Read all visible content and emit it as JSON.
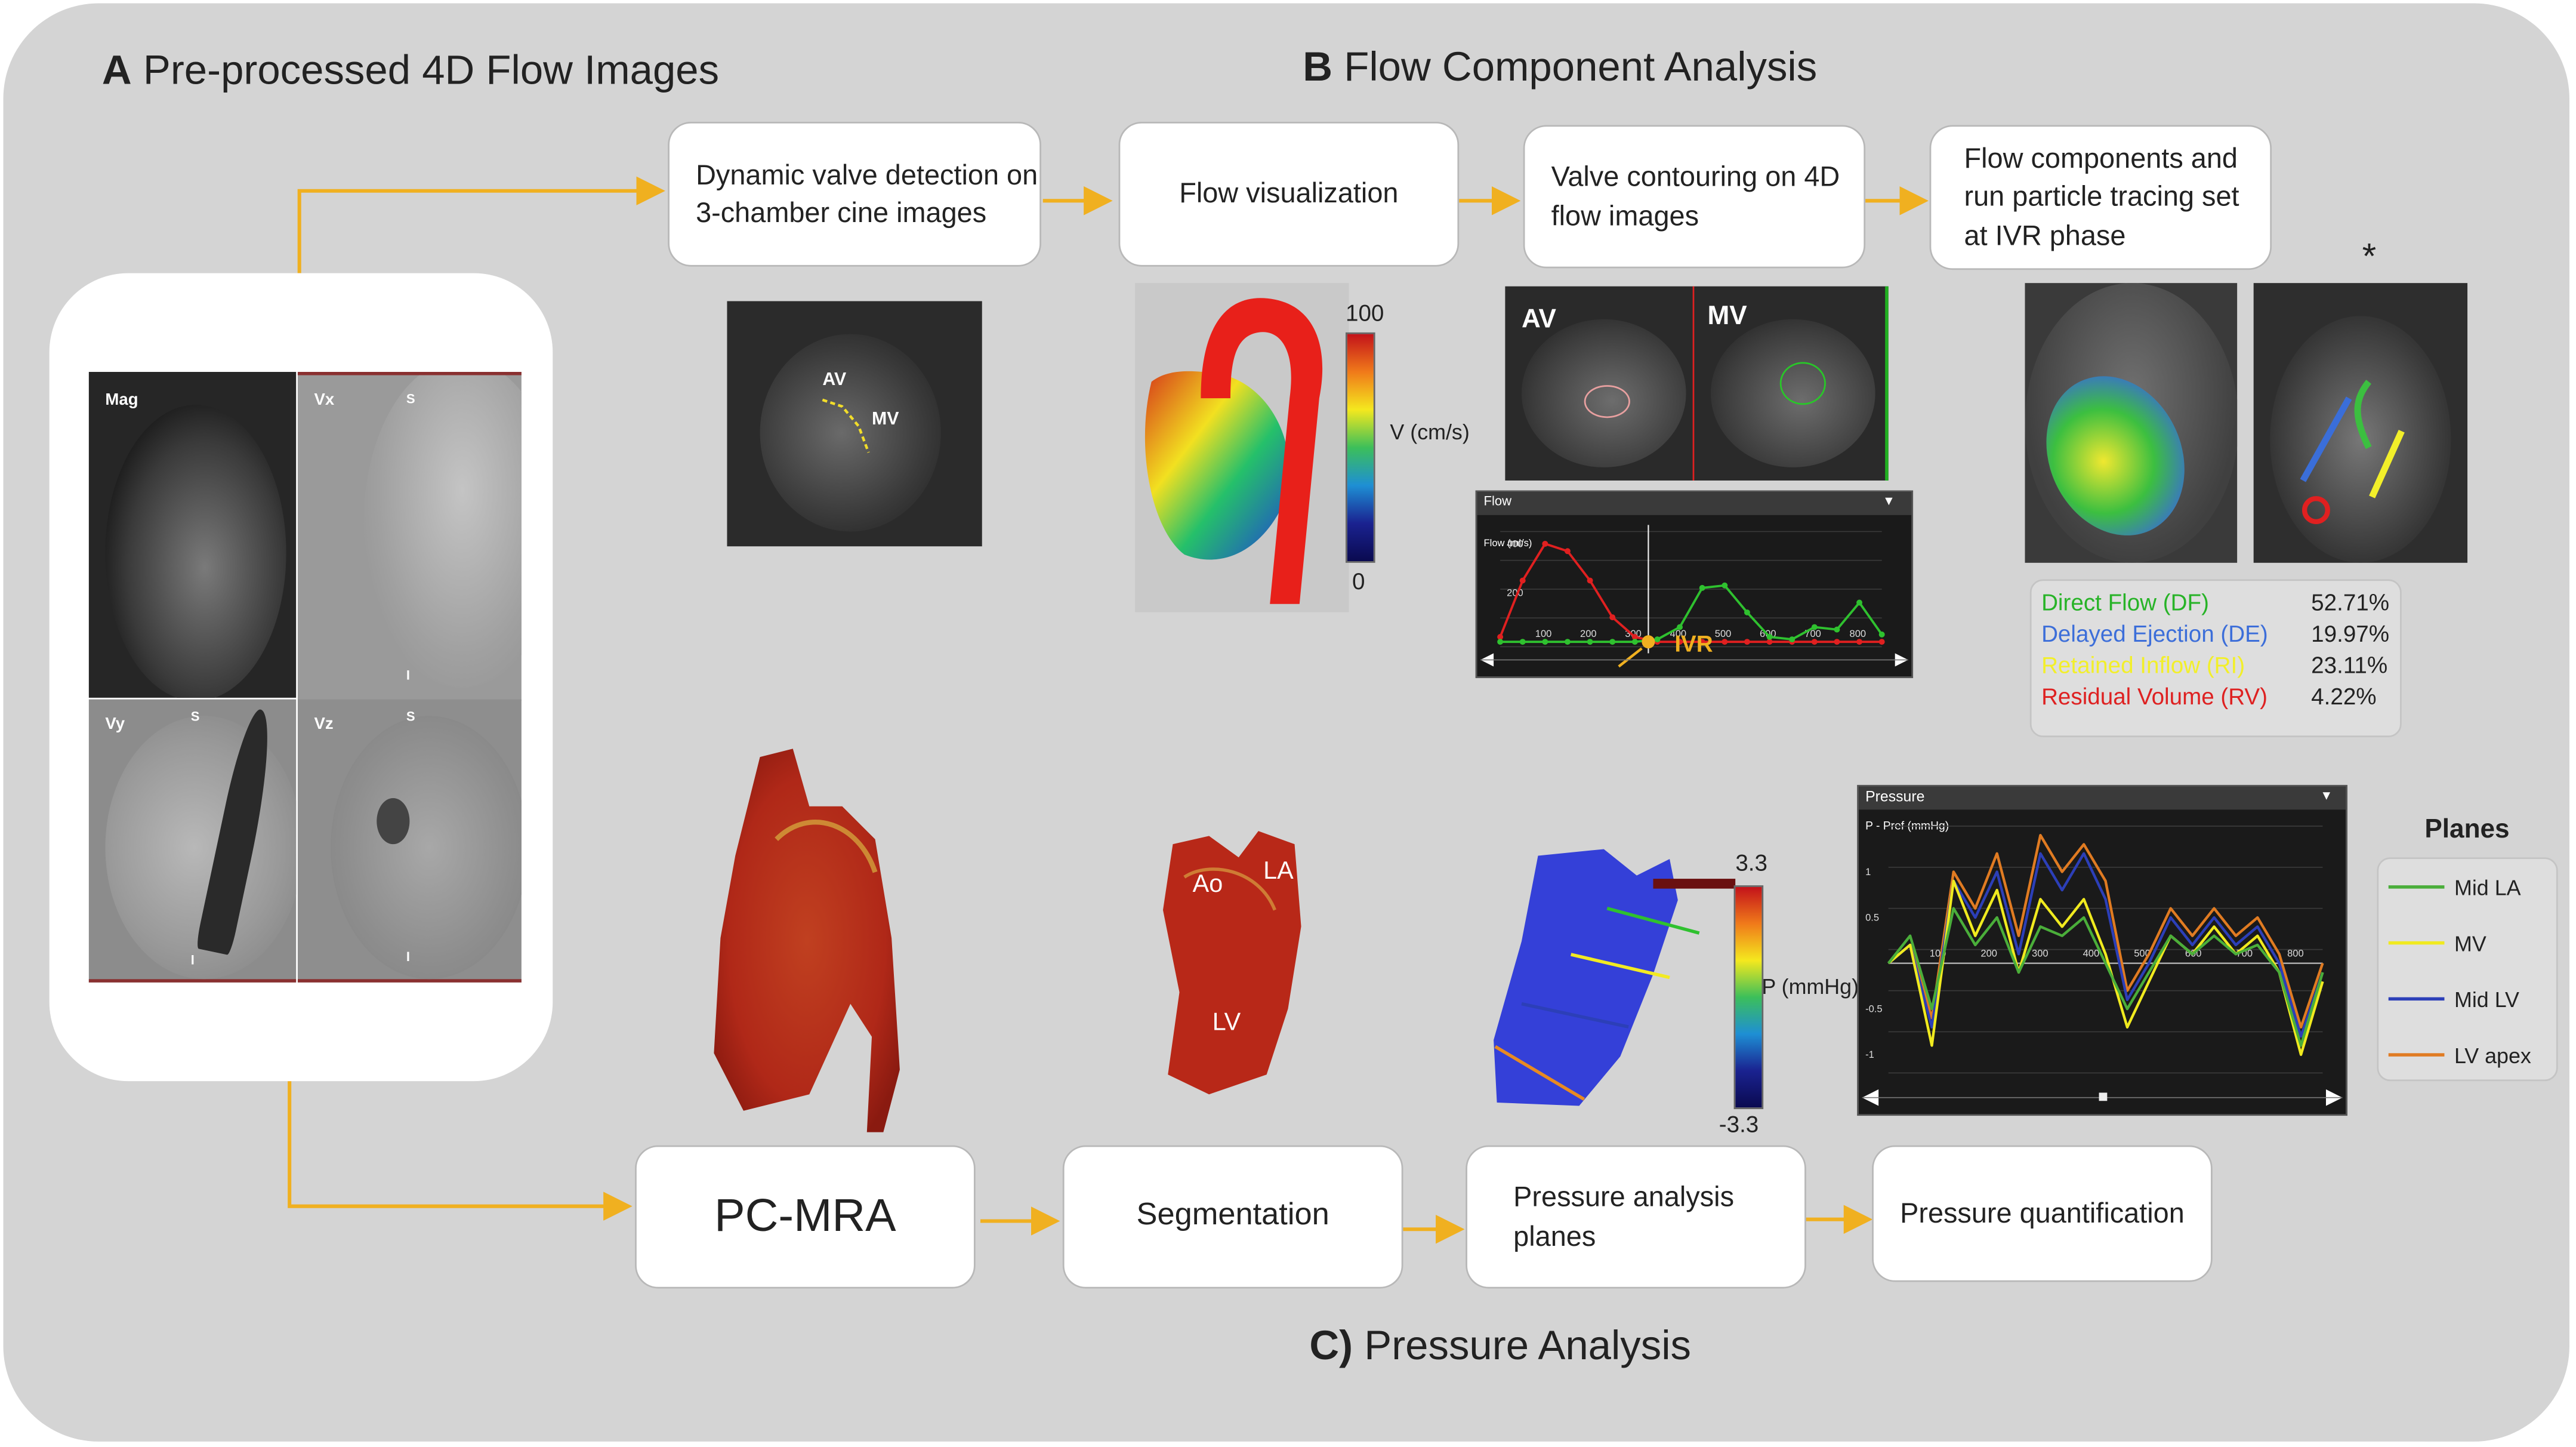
{
  "headers": {
    "a_letter": "A",
    "a_title": "Pre-processed 4D Flow Images",
    "b_letter": "B",
    "b_title": "Flow Component Analysis",
    "c_letter": "C)",
    "c_title": "Pressure Analysis"
  },
  "flow_steps": [
    "Dynamic valve detection on 3-chamber cine images",
    "Flow visualization",
    "Valve contouring on 4D flow images",
    "Flow components and run particle tracing set at IVR phase"
  ],
  "pressure_steps": [
    "PC-MRA",
    "Segmentation",
    "Pressure analysis planes",
    "Pressure quantification"
  ],
  "mri_labels": {
    "mag": "Mag",
    "vx": "Vx",
    "vy": "Vy",
    "vz": "Vz",
    "s": "S",
    "i": "I"
  },
  "cine_labels": {
    "av": "AV",
    "mv": "MV"
  },
  "velocity_bar": {
    "max": "100",
    "min": "0",
    "unit": "V (cm/s)"
  },
  "valve_labels": {
    "av": "AV",
    "mv": "MV"
  },
  "flow_chart": {
    "panel_title": "Flow",
    "ylabel": "Flow (ml/s)",
    "y_ticks": [
      "400",
      "200"
    ],
    "x_ticks": [
      "100",
      "200",
      "300",
      "400",
      "500",
      "600",
      "700",
      "800"
    ],
    "ivr_label": "IVR",
    "series": [
      {
        "color": "#e02020",
        "x": [
          0,
          50,
          100,
          150,
          200,
          250,
          300,
          350,
          400,
          450,
          500,
          550,
          600,
          650,
          700,
          750,
          800,
          850
        ],
        "y": [
          20,
          250,
          400,
          370,
          250,
          100,
          20,
          0,
          0,
          0,
          0,
          0,
          0,
          0,
          0,
          0,
          0,
          0
        ]
      },
      {
        "color": "#2fc12f",
        "x": [
          0,
          50,
          100,
          150,
          200,
          250,
          300,
          350,
          400,
          450,
          500,
          550,
          600,
          650,
          700,
          750,
          800,
          850
        ],
        "y": [
          0,
          0,
          0,
          0,
          0,
          0,
          0,
          10,
          60,
          220,
          230,
          120,
          20,
          10,
          60,
          50,
          160,
          30
        ]
      }
    ]
  },
  "components": [
    {
      "name": "Direct Flow (DF)",
      "value": "52.71%",
      "color": "#27b327"
    },
    {
      "name": "Delayed Ejection (DE)",
      "value": "19.97%",
      "color": "#3c6ed9"
    },
    {
      "name": "Retained Inflow (RI)",
      "value": "23.11%",
      "color": "#f2ef2a"
    },
    {
      "name": "Residual Volume (RV)",
      "value": "4.22%",
      "color": "#de2121"
    }
  ],
  "asterisk": "*",
  "segmentation_labels": {
    "ao": "Ao",
    "la": "LA",
    "lv": "LV"
  },
  "pressure_bar": {
    "max": "3.3",
    "min": "-3.3",
    "unit": "P (mmHg)"
  },
  "pressure_chart": {
    "panel_title": "Pressure",
    "ylabel": "P - Pref (mmHg)",
    "y_ticks": [
      "1",
      "0.5",
      "-0.5",
      "-1"
    ],
    "x_ticks": [
      "100",
      "200",
      "300",
      "400",
      "500",
      "600",
      "700",
      "800"
    ],
    "series": [
      {
        "name": "Mid LA",
        "color": "#4aae3a",
        "y": [
          0,
          0.3,
          -0.5,
          0.6,
          0.2,
          0.5,
          -0.1,
          0.4,
          0.3,
          0.5,
          0,
          -0.5,
          -0.1,
          0.3,
          0.1,
          0.3,
          0.1,
          0.2,
          -0.1,
          -0.9,
          -0.1
        ]
      },
      {
        "name": "MV",
        "color": "#f0ea1f",
        "y": [
          0,
          0.2,
          -0.9,
          0.9,
          0.3,
          0.8,
          -0.1,
          0.7,
          0.4,
          0.7,
          0.1,
          -0.7,
          -0.2,
          0.3,
          0.1,
          0.4,
          0.1,
          0.3,
          -0.1,
          -1.0,
          -0.2
        ]
      },
      {
        "name": "Mid LV",
        "color": "#2c3fb8",
        "y": [
          0,
          0.2,
          -0.7,
          0.9,
          0.5,
          1.0,
          0.1,
          1.2,
          0.8,
          1.2,
          0.7,
          -0.4,
          0.0,
          0.5,
          0.2,
          0.5,
          0.2,
          0.4,
          0.0,
          -0.8,
          -0.1
        ]
      },
      {
        "name": "LV apex",
        "color": "#e07b22",
        "y": [
          0,
          0.2,
          -0.6,
          1.0,
          0.6,
          1.2,
          0.3,
          1.4,
          1.0,
          1.3,
          0.9,
          -0.3,
          0.1,
          0.6,
          0.3,
          0.6,
          0.3,
          0.5,
          0.1,
          -0.7,
          0.0
        ]
      }
    ]
  },
  "planes_legend_title": "Planes",
  "colors": {
    "arrow": "#f0b020",
    "panel": "#d4d4d4"
  }
}
